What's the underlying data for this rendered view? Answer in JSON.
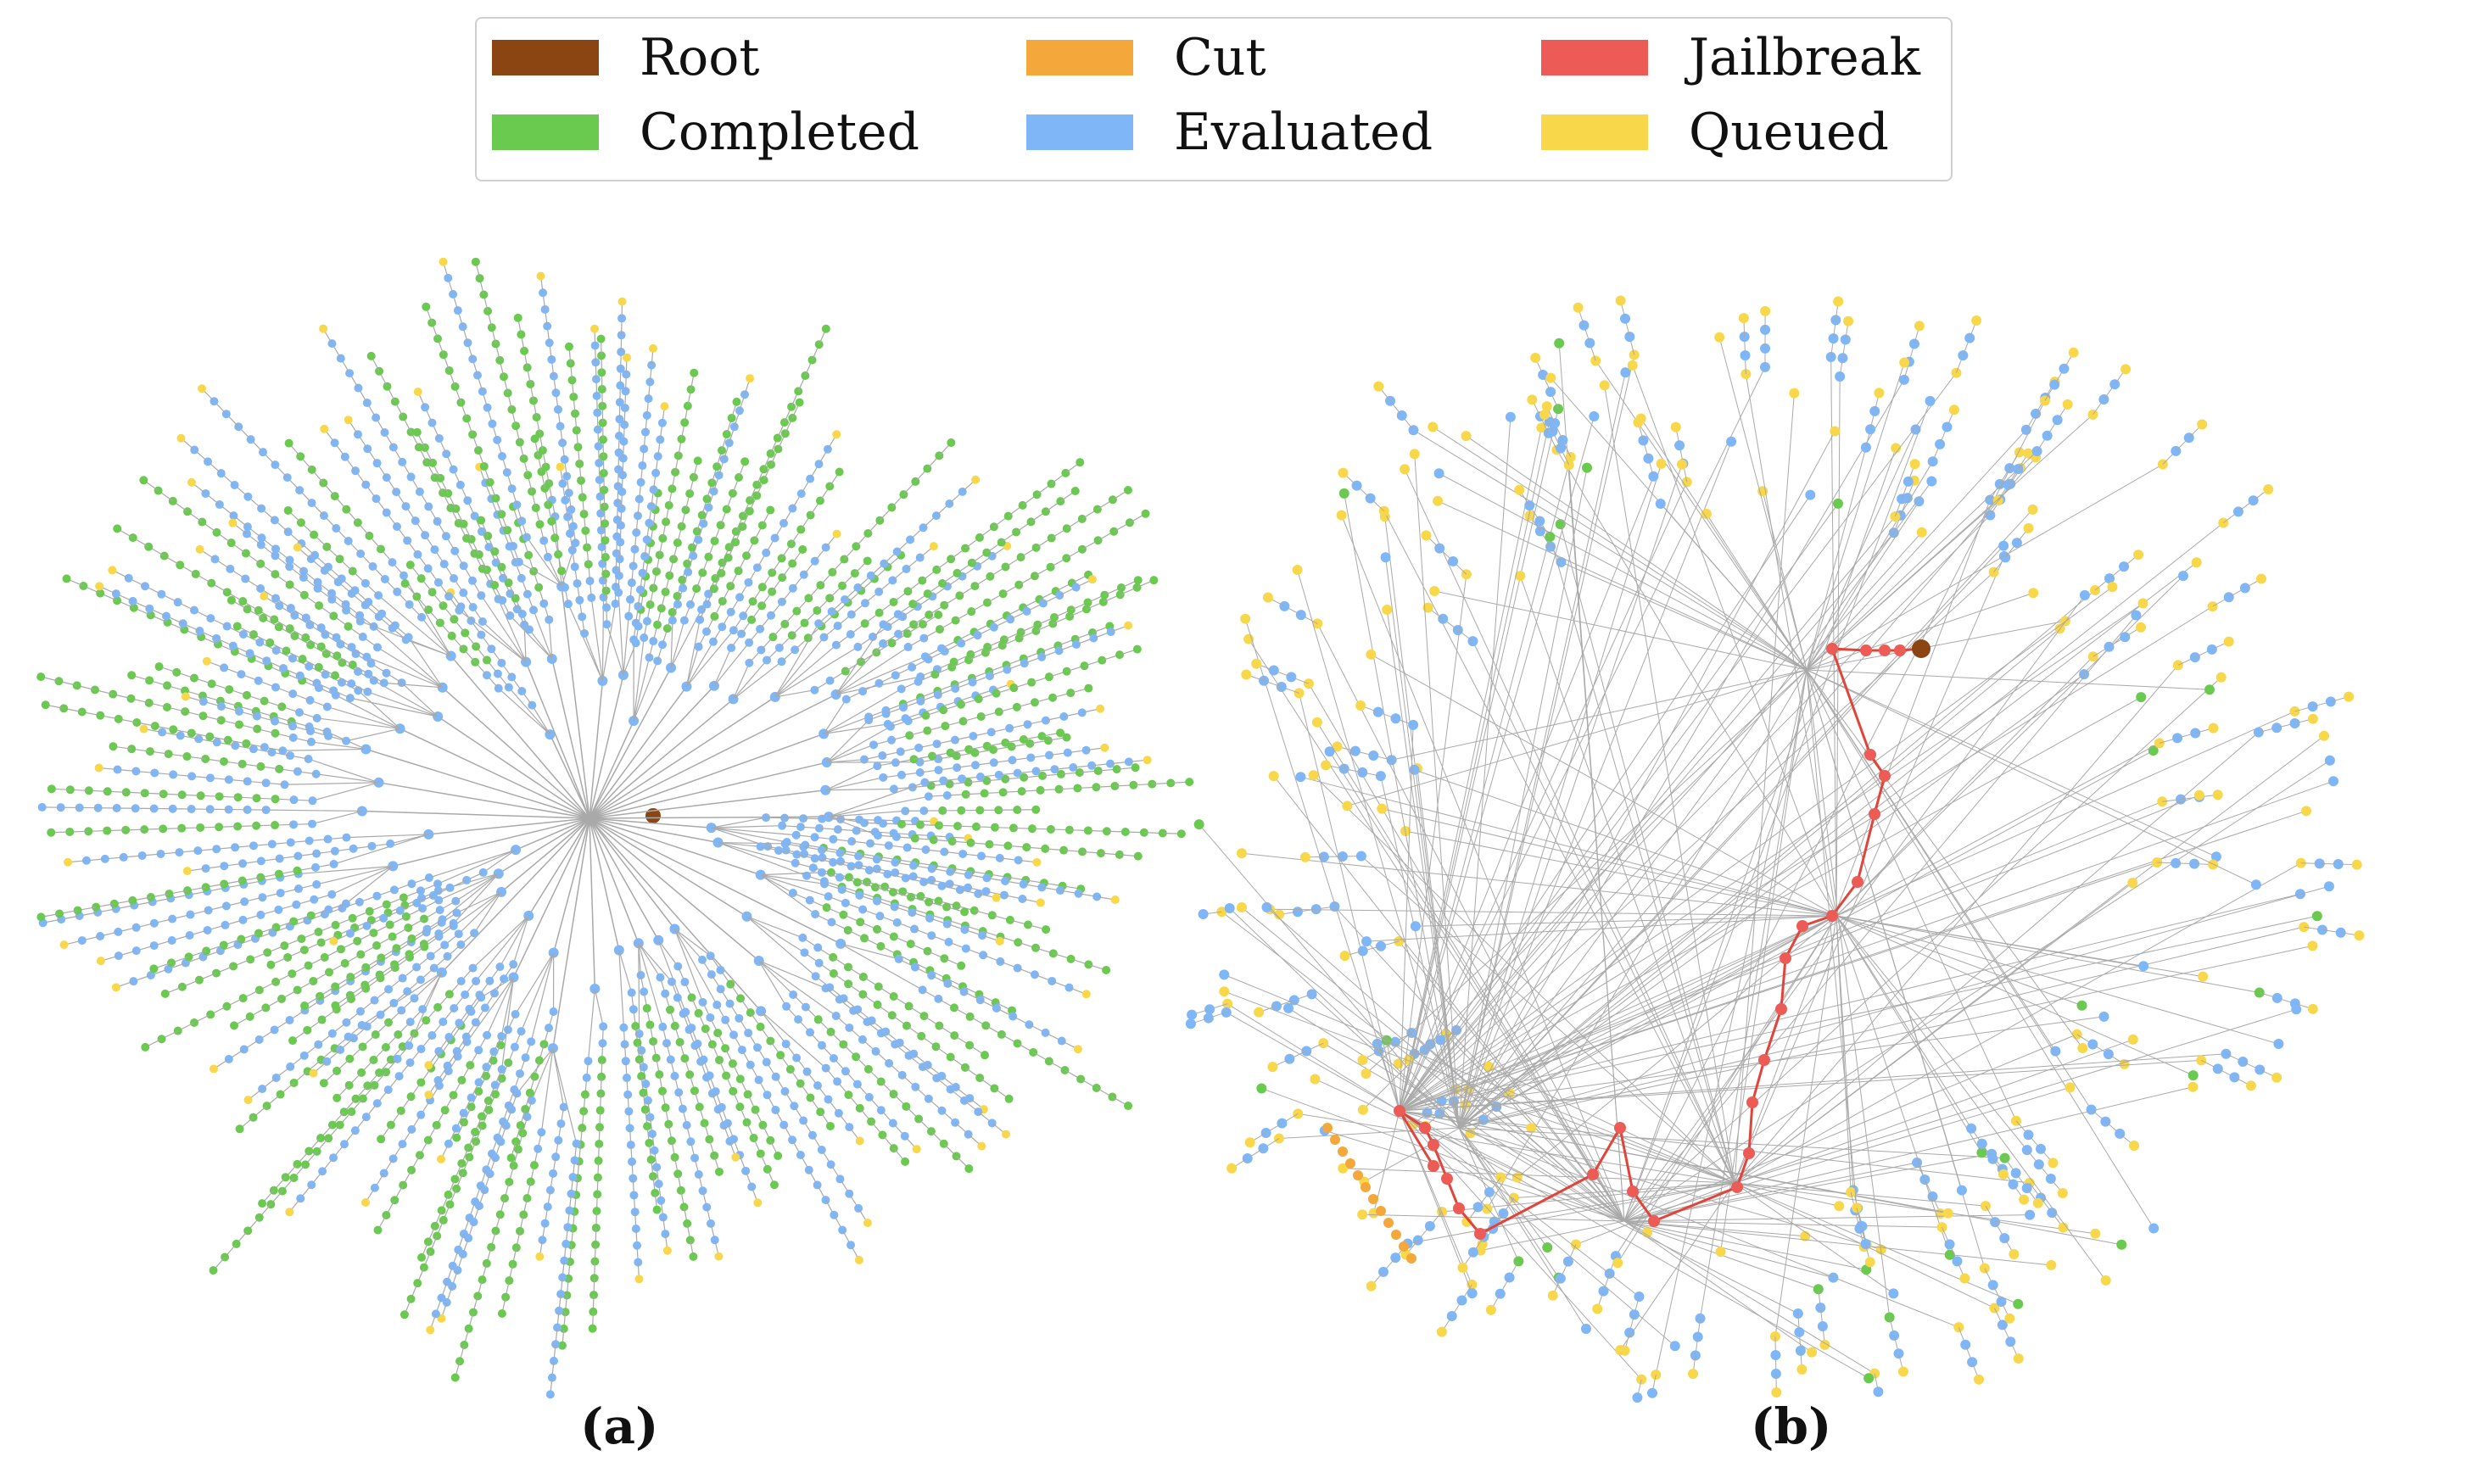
{
  "legend": [
    {
      "label": "Root",
      "color": "#8B4513"
    },
    {
      "label": "Cut",
      "color": "#F4A73B"
    },
    {
      "label": "Jailbreak",
      "color": "#EC5B55"
    },
    {
      "label": "Completed",
      "color": "#6AC94F"
    },
    {
      "label": "Evaluated",
      "color": "#7EB6F8"
    },
    {
      "label": "Queued",
      "color": "#F8D74A"
    }
  ],
  "edge_color": "#a9a9a9",
  "jailbreak_edge_color": "#E0443A",
  "panels": [
    {
      "label": "(a)"
    },
    {
      "label": "(b)"
    }
  ]
}
